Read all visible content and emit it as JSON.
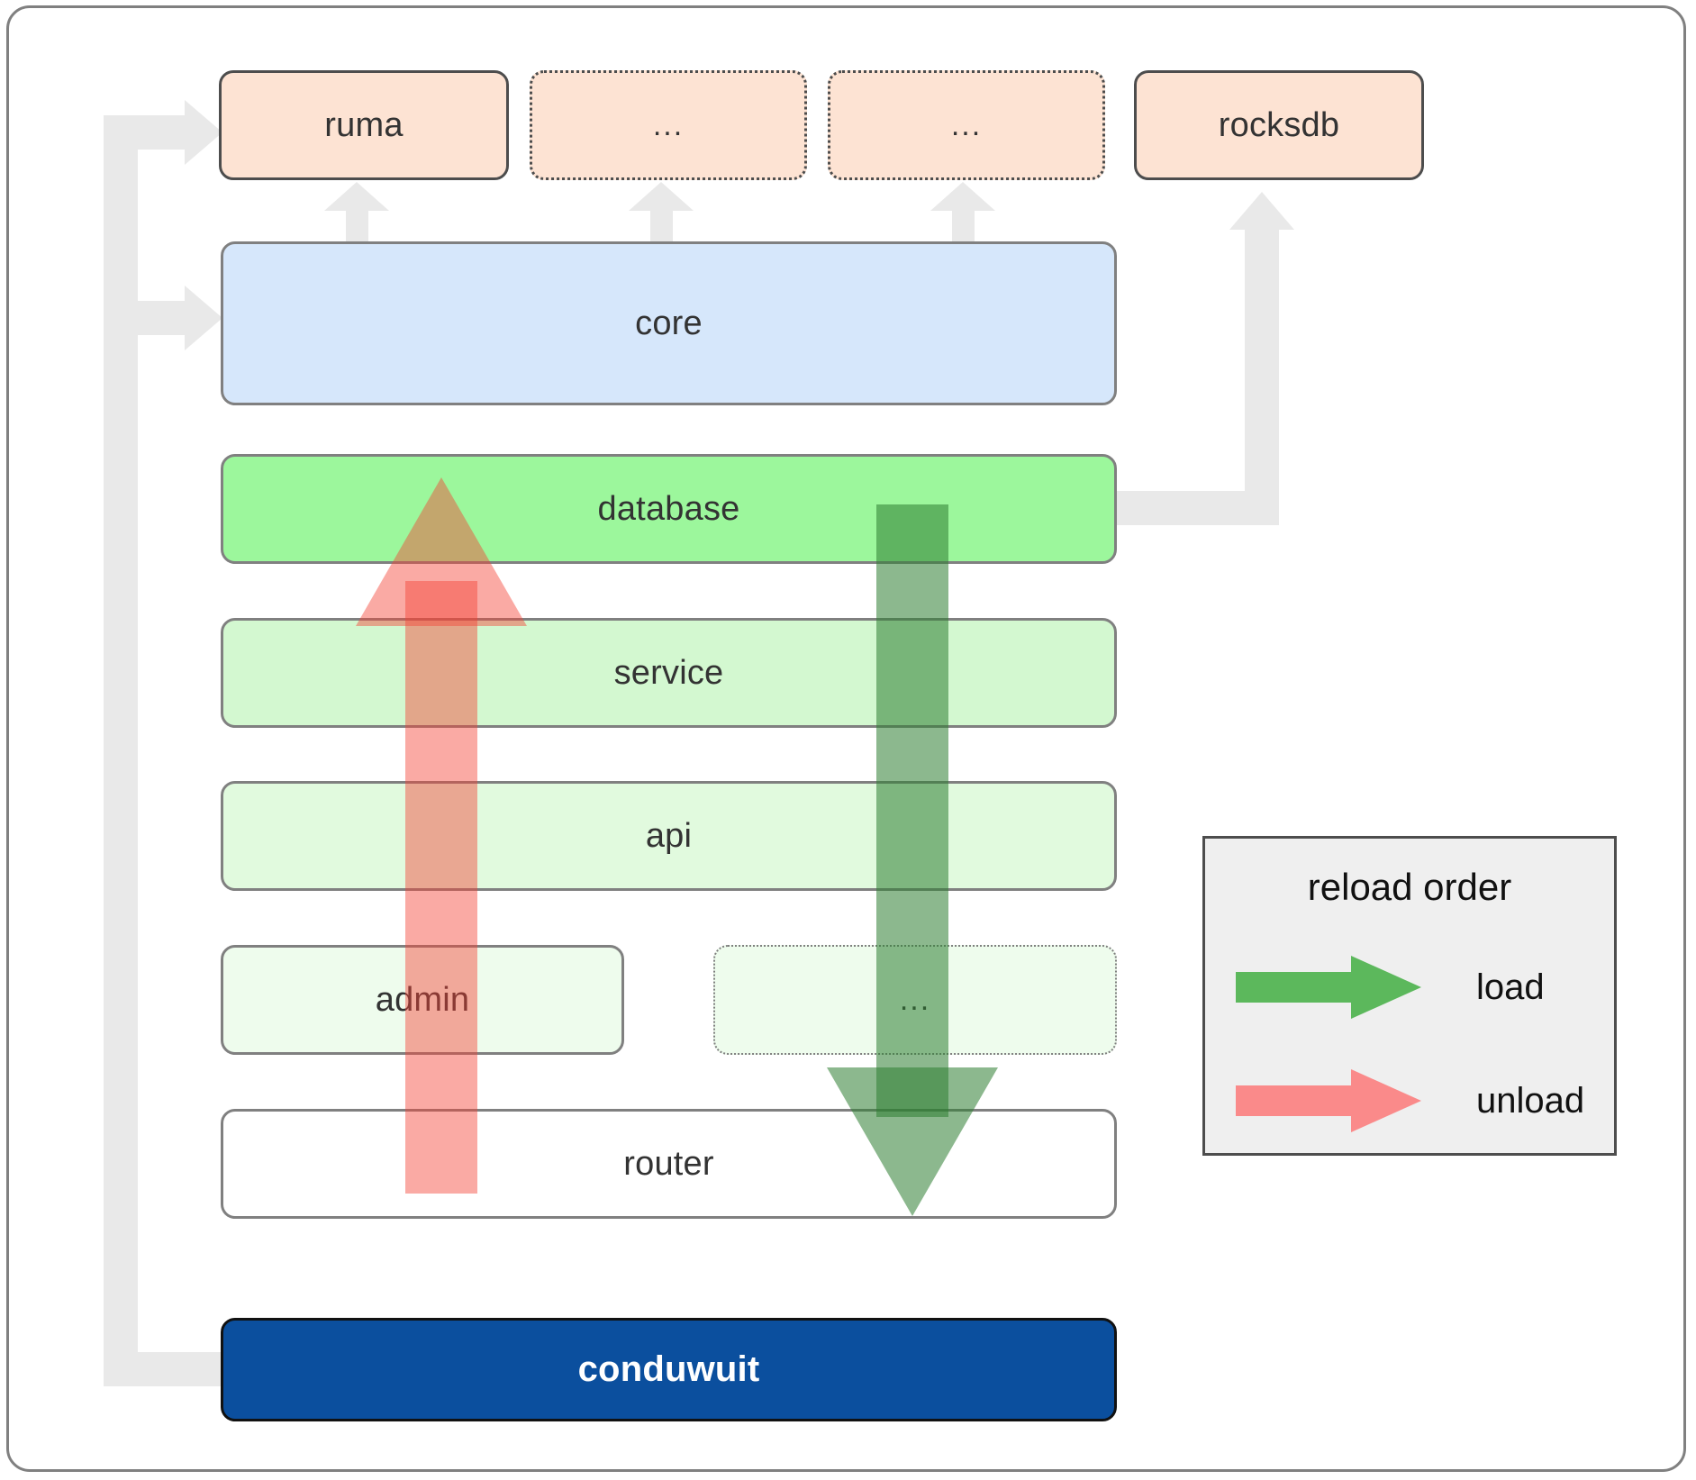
{
  "diagram": {
    "title": "conduwuit crate architecture / reload order",
    "colors": {
      "dependency_fill": "#fde3d3",
      "core_fill": "#d6e7fb",
      "database_fill": "#9cf79c",
      "service_fill": "#d3f8d0",
      "api_fill": "#e1fade",
      "admin_fill": "#eefced",
      "router_fill": "#ffffff",
      "app_fill": "#0b4f9e",
      "connector_gray": "#e9e9e9",
      "load_green": "#2e7d32",
      "unload_red": "#f44336",
      "legend_bg": "#efefef",
      "border_gray": "#808080",
      "border_dark": "#4d4d4d"
    },
    "dependencies": [
      {
        "id": "ruma",
        "label": "ruma",
        "style": "solid"
      },
      {
        "id": "dep-ellipsis-1",
        "label": "...",
        "style": "dotted"
      },
      {
        "id": "dep-ellipsis-2",
        "label": "...",
        "style": "dotted"
      },
      {
        "id": "rocksdb",
        "label": "rocksdb",
        "style": "solid"
      }
    ],
    "layers": [
      {
        "id": "core",
        "label": "core"
      },
      {
        "id": "database",
        "label": "database"
      },
      {
        "id": "service",
        "label": "service"
      },
      {
        "id": "api",
        "label": "api"
      },
      {
        "id": "admin",
        "label": "admin"
      },
      {
        "id": "module-ellipsis",
        "label": "...",
        "style": "dotted"
      },
      {
        "id": "router",
        "label": "router"
      }
    ],
    "application": {
      "id": "conduwuit",
      "label": "conduwuit"
    },
    "legend": {
      "title": "reload order",
      "items": [
        {
          "id": "load",
          "label": "load",
          "color": "#2e7d32",
          "direction": "down"
        },
        {
          "id": "unload",
          "label": "unload",
          "color": "#f44336",
          "direction": "up"
        }
      ]
    }
  }
}
